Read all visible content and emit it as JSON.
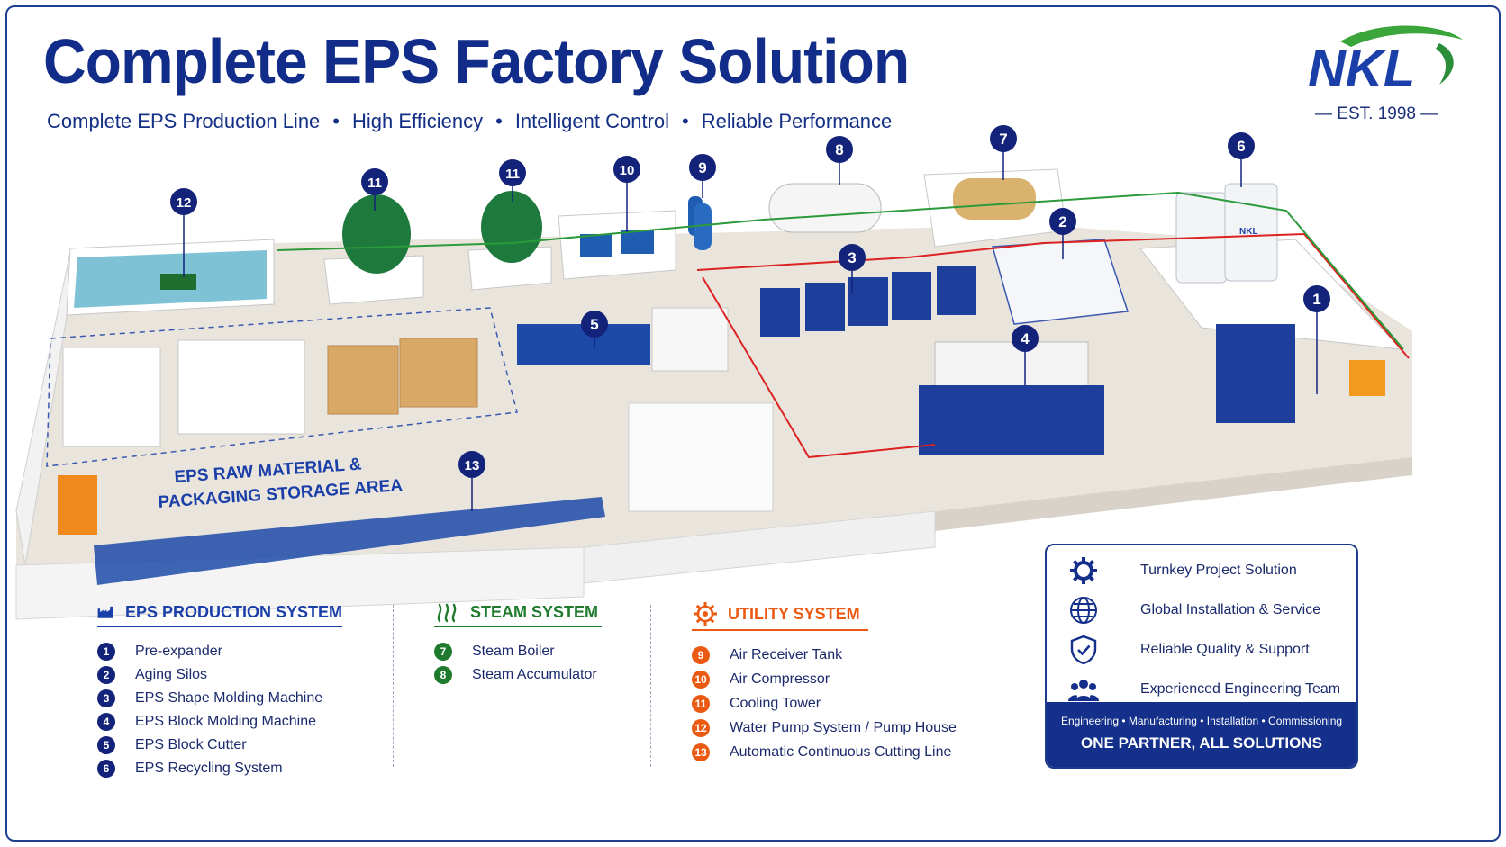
{
  "header": {
    "title": "Complete EPS Factory Solution",
    "subtitle": [
      "Complete EPS Production Line",
      "High Efficiency",
      "Intelligent Control",
      "Reliable Performance"
    ],
    "separator": "•",
    "logo_text": "NKL",
    "established": "— EST. 1998 —"
  },
  "scene": {
    "area_label_line1": "EPS RAW MATERIAL &",
    "area_label_line2": "PACKAGING STORAGE AREA",
    "silo_brand": "NKL",
    "callouts": [
      "1",
      "2",
      "3",
      "4",
      "5",
      "6",
      "7",
      "8",
      "9",
      "10",
      "11",
      "11",
      "12",
      "13"
    ]
  },
  "legend": {
    "production": {
      "title": "EPS PRODUCTION SYSTEM",
      "items": [
        {
          "num": "1",
          "label": "Pre-expander"
        },
        {
          "num": "2",
          "label": "Aging Silos"
        },
        {
          "num": "3",
          "label": "EPS Shape Molding Machine"
        },
        {
          "num": "4",
          "label": "EPS Block Molding Machine"
        },
        {
          "num": "5",
          "label": "EPS Block Cutter"
        },
        {
          "num": "6",
          "label": "EPS Recycling System"
        }
      ]
    },
    "steam": {
      "title": "STEAM SYSTEM",
      "items": [
        {
          "num": "7",
          "label": "Steam Boiler"
        },
        {
          "num": "8",
          "label": "Steam Accumulator"
        }
      ]
    },
    "utility": {
      "title": "UTILITY SYSTEM",
      "items": [
        {
          "num": "9",
          "label": "Air Receiver Tank"
        },
        {
          "num": "10",
          "label": "Air Compressor"
        },
        {
          "num": "11",
          "label": "Cooling Tower"
        },
        {
          "num": "12",
          "label": "Water Pump System / Pump House"
        },
        {
          "num": "13",
          "label": "Automatic Continuous Cutting Line"
        }
      ]
    }
  },
  "card": {
    "items": [
      {
        "label": "Turnkey Project Solution",
        "icon": "gear-icon"
      },
      {
        "label": "Global Installation & Service",
        "icon": "globe-icon"
      },
      {
        "label": "Reliable Quality & Support",
        "icon": "shield-check-icon"
      },
      {
        "label": "Experienced Engineering Team",
        "icon": "team-icon"
      }
    ],
    "services": "Engineering  •  Manufacturing  •  Installation  •  Commissioning",
    "tagline": "ONE PARTNER, ALL SOLUTIONS"
  },
  "colors": {
    "navy": "#122c8a",
    "steam_green": "#1f7a2e",
    "utility_orange": "#ea5a12",
    "floor": "#e9e4dc"
  }
}
